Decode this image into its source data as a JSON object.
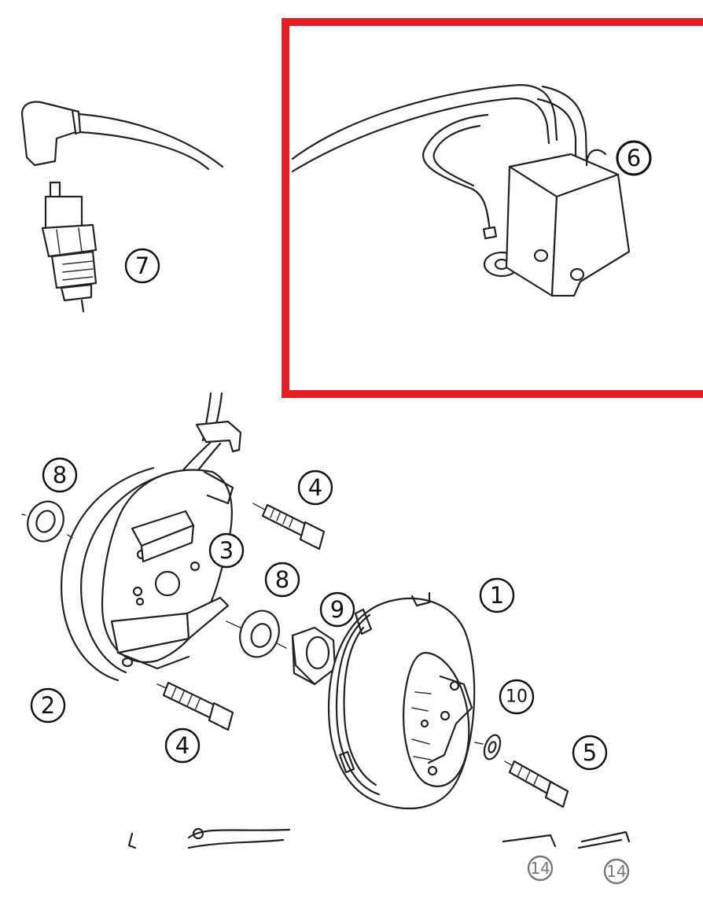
{
  "colors": {
    "highlight": "#e41f26",
    "line": "#222222",
    "background": "#ffffff"
  },
  "callouts": [
    {
      "id": "callout-7",
      "label": "7",
      "part": "spark-plug-with-cap"
    },
    {
      "id": "callout-6",
      "label": "6",
      "part": "ignition-coil",
      "highlighted": true
    },
    {
      "id": "callout-8a",
      "label": "8",
      "part": "washer"
    },
    {
      "id": "callout-4a",
      "label": "4",
      "part": "screw"
    },
    {
      "id": "callout-3",
      "label": "3",
      "part": "stator"
    },
    {
      "id": "callout-8b",
      "label": "8",
      "part": "washer"
    },
    {
      "id": "callout-9",
      "label": "9",
      "part": "nut"
    },
    {
      "id": "callout-1",
      "label": "1",
      "part": "rotor-flywheel"
    },
    {
      "id": "callout-2",
      "label": "2",
      "part": "stator-plate"
    },
    {
      "id": "callout-10",
      "label": "10",
      "part": "washer"
    },
    {
      "id": "callout-4b",
      "label": "4",
      "part": "screw"
    },
    {
      "id": "callout-5",
      "label": "5",
      "part": "screw"
    },
    {
      "id": "callout-14a",
      "label": "14",
      "part": "cut-off-part"
    },
    {
      "id": "callout-14b",
      "label": "14",
      "part": "cut-off-part"
    }
  ]
}
